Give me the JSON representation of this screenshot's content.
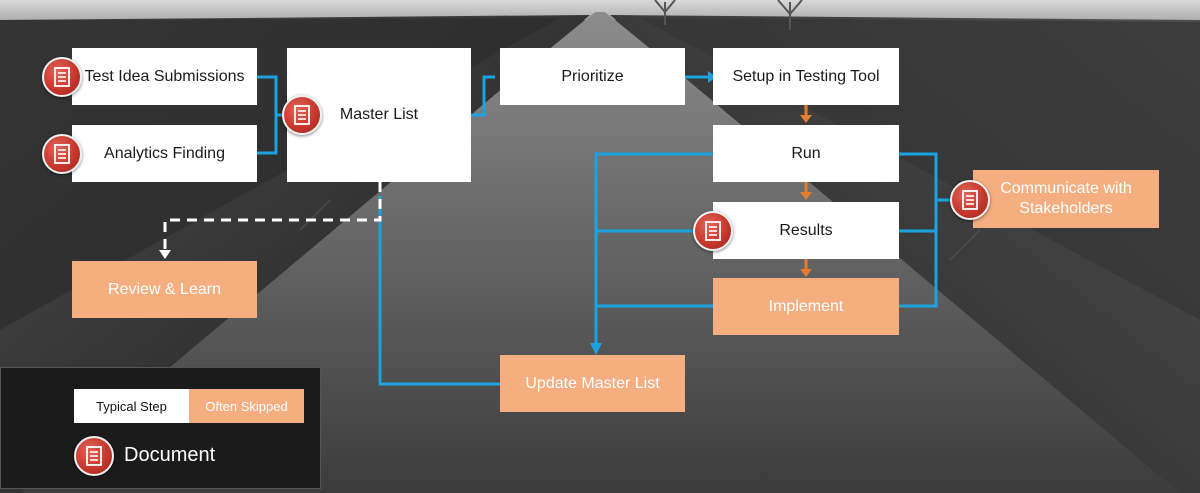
{
  "colors": {
    "typical": "#ffffff",
    "skipped": "#f4ae80",
    "blue_connector": "#1aa3e0",
    "orange_connector": "#e57c2f",
    "document_icon": "#c7382d"
  },
  "steps": {
    "test_idea_submissions": "Test Idea Submissions",
    "analytics_finding": "Analytics Finding",
    "master_list": "Master List",
    "prioritize": "Prioritize",
    "setup_testing_tool": "Setup in Testing Tool",
    "run": "Run",
    "results": "Results",
    "implement": "Implement",
    "communicate": "Communicate with Stakeholders",
    "review_learn": "Review & Learn",
    "update_master_list": "Update Master List"
  },
  "legend": {
    "typical_step": "Typical Step",
    "often_skipped": "Often Skipped",
    "document": "Document"
  },
  "icons": {
    "document": "document-icon"
  }
}
